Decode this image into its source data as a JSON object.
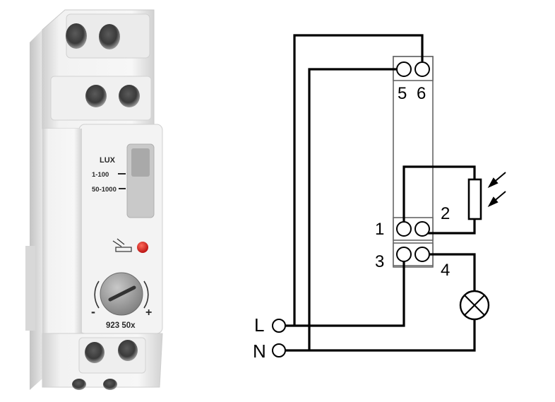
{
  "device": {
    "setting_title": "LUX",
    "range_low": "1-100",
    "range_high": "50-1000",
    "knob_minus": "-",
    "knob_plus": "+",
    "model": "923 50x",
    "colors": {
      "housing": "#eeeeee",
      "led": "#d81a1a",
      "knob": "#9a9a9a",
      "slider": "#b9b9b9"
    }
  },
  "diagram": {
    "terminals": [
      "5",
      "6",
      "1",
      "2",
      "3",
      "4"
    ],
    "supply": {
      "line": "L",
      "neutral": "N"
    },
    "components": [
      "photo-sensor",
      "lamp"
    ]
  }
}
